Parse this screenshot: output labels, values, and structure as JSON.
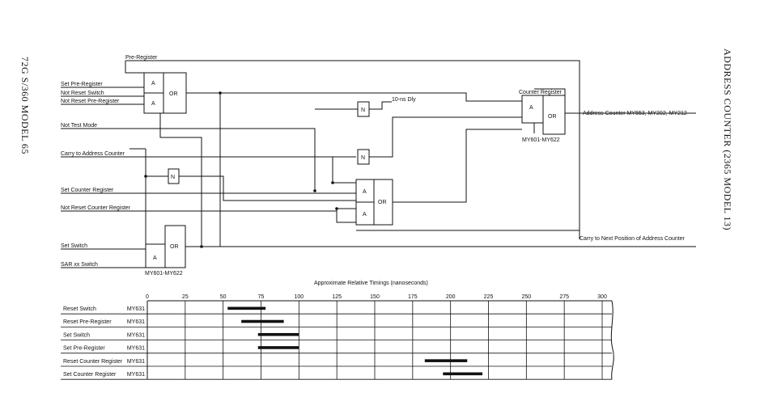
{
  "margin_left": "72G S/360 MODEL 65",
  "margin_right": "ADDRESS COUNTER (2365 MODEL 13)",
  "signals": {
    "pre_register": "Pre-Register",
    "set_pre_register": "Set Pre-Register",
    "not_reset_switch": "Not Reset Switch",
    "not_reset_pre_register": "Not Reset Pre-Register",
    "not_test_mode": "Not Test Mode",
    "carry_to_address_counter": "Carry to Address Counter",
    "set_counter_register": "Set Counter Register",
    "not_reset_counter_register": "Not Reset Counter Register",
    "set_switch": "Set Switch",
    "sar_switch": "SAR xx Switch",
    "counter_register": "Counter Register",
    "delay": "10-ns Dly",
    "address_counter_out": "Address Counter MY553, MY202, MY212",
    "carry_next": "Carry to Next Position of Address Counter"
  },
  "gate_labels": {
    "and": "A",
    "or": "OR",
    "not": "N"
  },
  "module_refs": {
    "counter": "MY601-MY622",
    "set": "MY601-MY622"
  },
  "timing": {
    "title": "Approximate Relative Timings (nanoseconds)",
    "unit": "nanoseconds",
    "ticks": [
      0,
      25,
      50,
      75,
      100,
      125,
      150,
      175,
      200,
      225,
      250,
      275,
      300
    ],
    "xlim": [
      0,
      300
    ],
    "rows": [
      {
        "label": "Reset Switch",
        "module": "MY631",
        "start": 53,
        "end": 78
      },
      {
        "label": "Reset Pre-Register",
        "module": "MY631",
        "start": 62,
        "end": 90
      },
      {
        "label": "Set Switch",
        "module": "MY631",
        "start": 73,
        "end": 100
      },
      {
        "label": "Set Pre-Register",
        "module": "MY631",
        "start": 73,
        "end": 100
      },
      {
        "label": "Reset Counter Register",
        "module": "MY631",
        "start": 183,
        "end": 211
      },
      {
        "label": "Set Counter Register",
        "module": "MY631",
        "start": 195,
        "end": 221
      }
    ]
  }
}
